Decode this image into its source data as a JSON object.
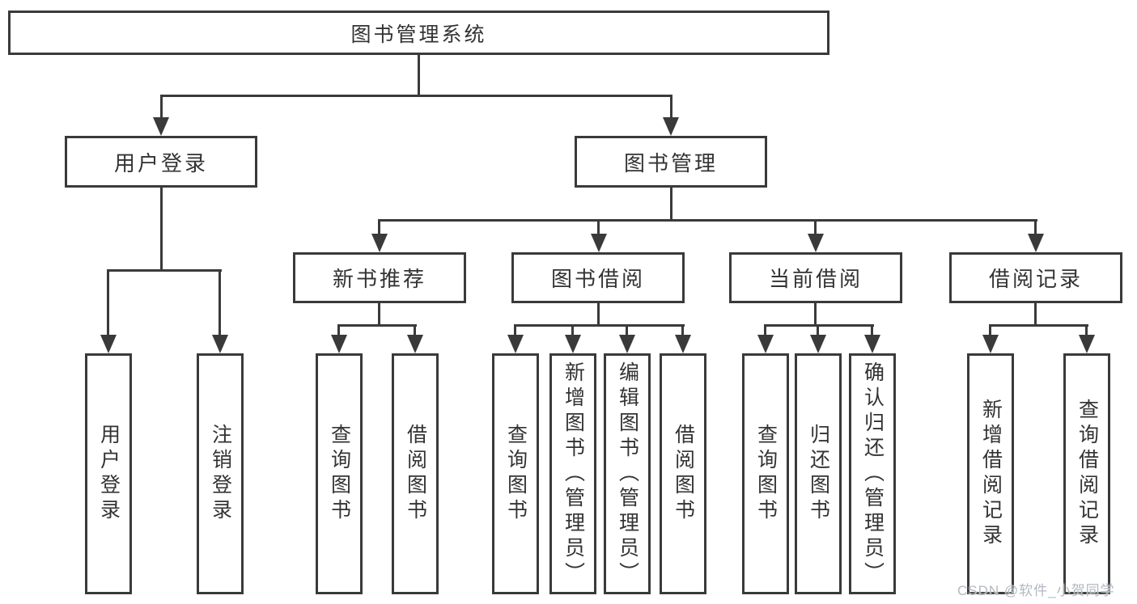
{
  "colors": {
    "line": "#3a3a3a",
    "text": "#333333",
    "background": "#ffffff",
    "watermark": "#b3b8c0"
  },
  "tree": {
    "root": {
      "label": "图书管理系统"
    },
    "branches": [
      {
        "label": "用户登录",
        "children": [
          {
            "label": "用户登录"
          },
          {
            "label": "注销登录"
          }
        ]
      },
      {
        "label": "图书管理",
        "sections": [
          {
            "label": "新书推荐",
            "children": [
              {
                "label": "查询图书"
              },
              {
                "label": "借阅图书"
              }
            ]
          },
          {
            "label": "图书借阅",
            "children": [
              {
                "label": "查询图书"
              },
              {
                "label": "新增图书（管理员）"
              },
              {
                "label": "编辑图书（管理员）"
              },
              {
                "label": "借阅图书"
              }
            ]
          },
          {
            "label": "当前借阅",
            "children": [
              {
                "label": "查询图书"
              },
              {
                "label": "归还图书"
              },
              {
                "label": "确认归还（管理员）"
              }
            ]
          },
          {
            "label": "借阅记录",
            "children": [
              {
                "label": "新增借阅记录"
              },
              {
                "label": "查询借阅记录"
              }
            ]
          }
        ]
      }
    ]
  },
  "watermark": {
    "text": "CSDN @软件_小贺同学"
  }
}
